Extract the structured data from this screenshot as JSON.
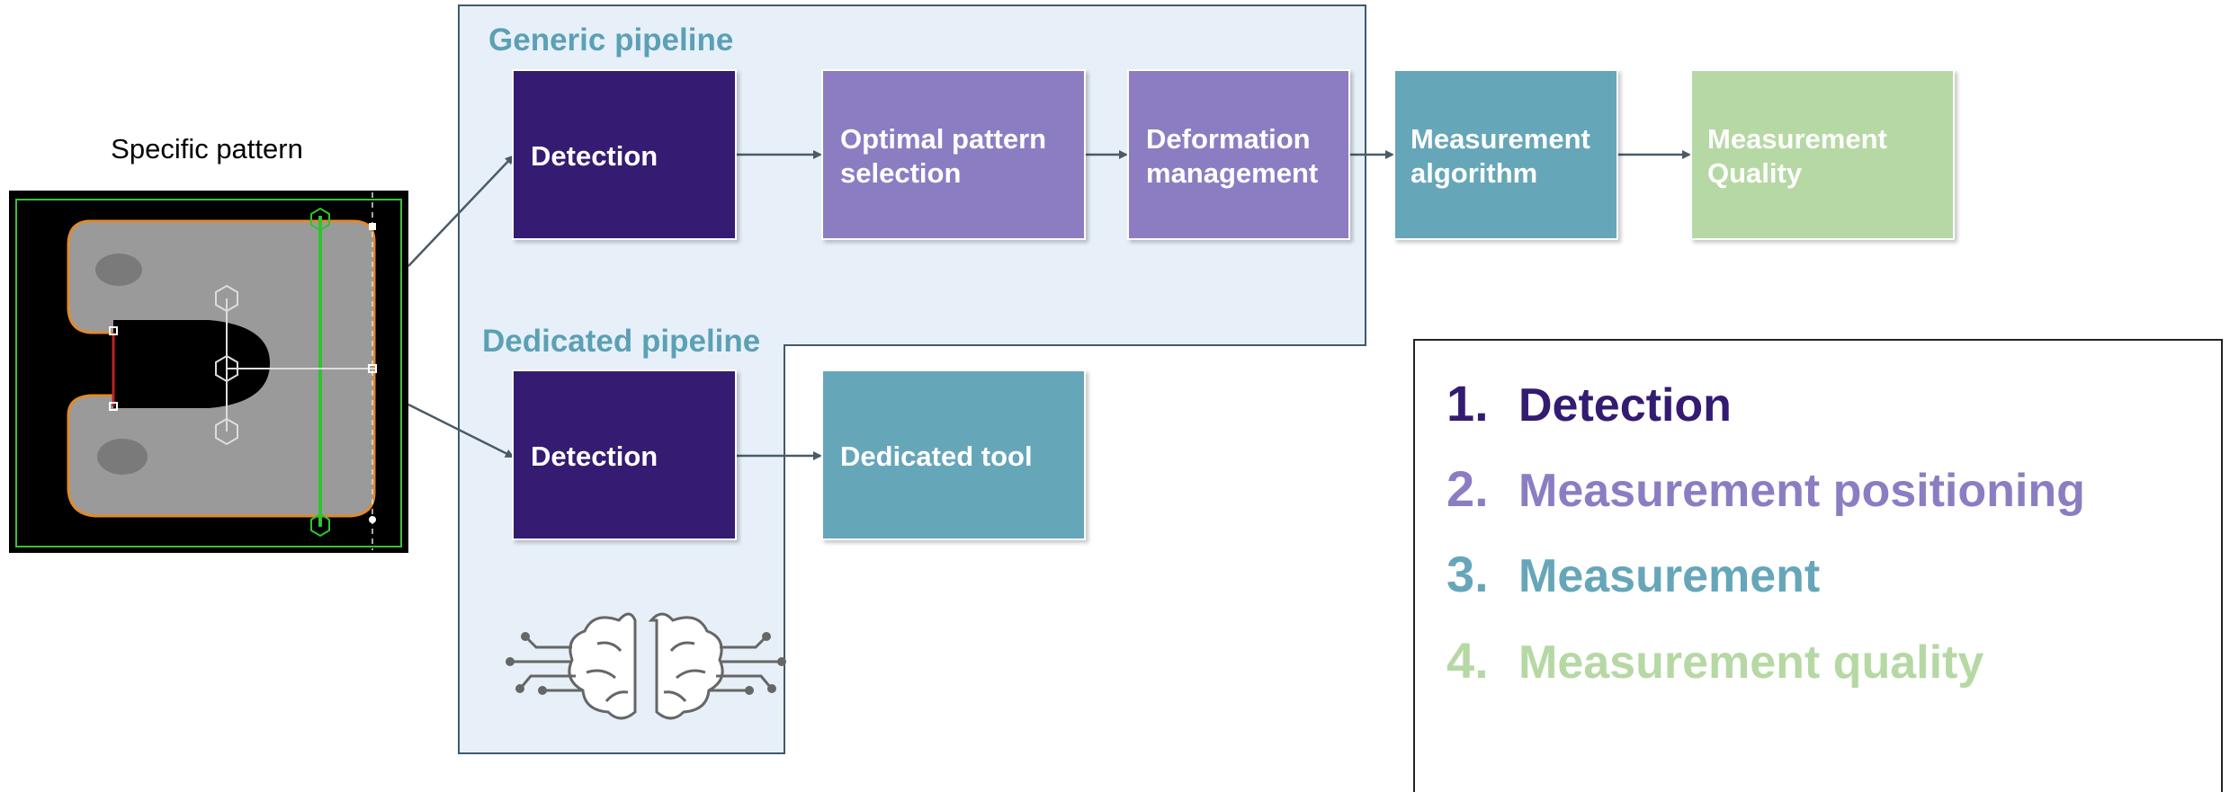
{
  "colors": {
    "detection": "#341b72",
    "positioning": "#8c7dc3",
    "measurement": "#66a6b9",
    "quality": "#b6d8a4",
    "pipeline_bg": "#e7f0f8",
    "pipeline_border": "#405a6b",
    "pipeline_title": "#5ca0b5",
    "arrow": "#4a5a68"
  },
  "specific_pattern": {
    "caption": "Specific pattern"
  },
  "generic_pipeline": {
    "title": "Generic pipeline",
    "steps": {
      "detection": [
        "Detection"
      ],
      "optimal": [
        "Optimal pattern",
        "selection"
      ],
      "deformation": [
        "Deformation",
        "management"
      ],
      "algorithm": [
        "Measurement",
        "algorithm"
      ],
      "quality": [
        "Measurement",
        "Quality"
      ]
    }
  },
  "dedicated_pipeline": {
    "title": "Dedicated pipeline",
    "steps": {
      "detection": [
        "Detection"
      ],
      "tool": [
        "Dedicated tool"
      ]
    },
    "icon": "ai-brain-icon"
  },
  "legend": {
    "items": [
      {
        "number": "1.",
        "label": "Detection",
        "color": "#341b72"
      },
      {
        "number": "2.",
        "label": "Measurement positioning",
        "color": "#8c7dc3"
      },
      {
        "number": "3.",
        "label": "Measurement",
        "color": "#66a6b9"
      },
      {
        "number": "4.",
        "label": "Measurement quality",
        "color": "#b6d8a4"
      }
    ]
  }
}
